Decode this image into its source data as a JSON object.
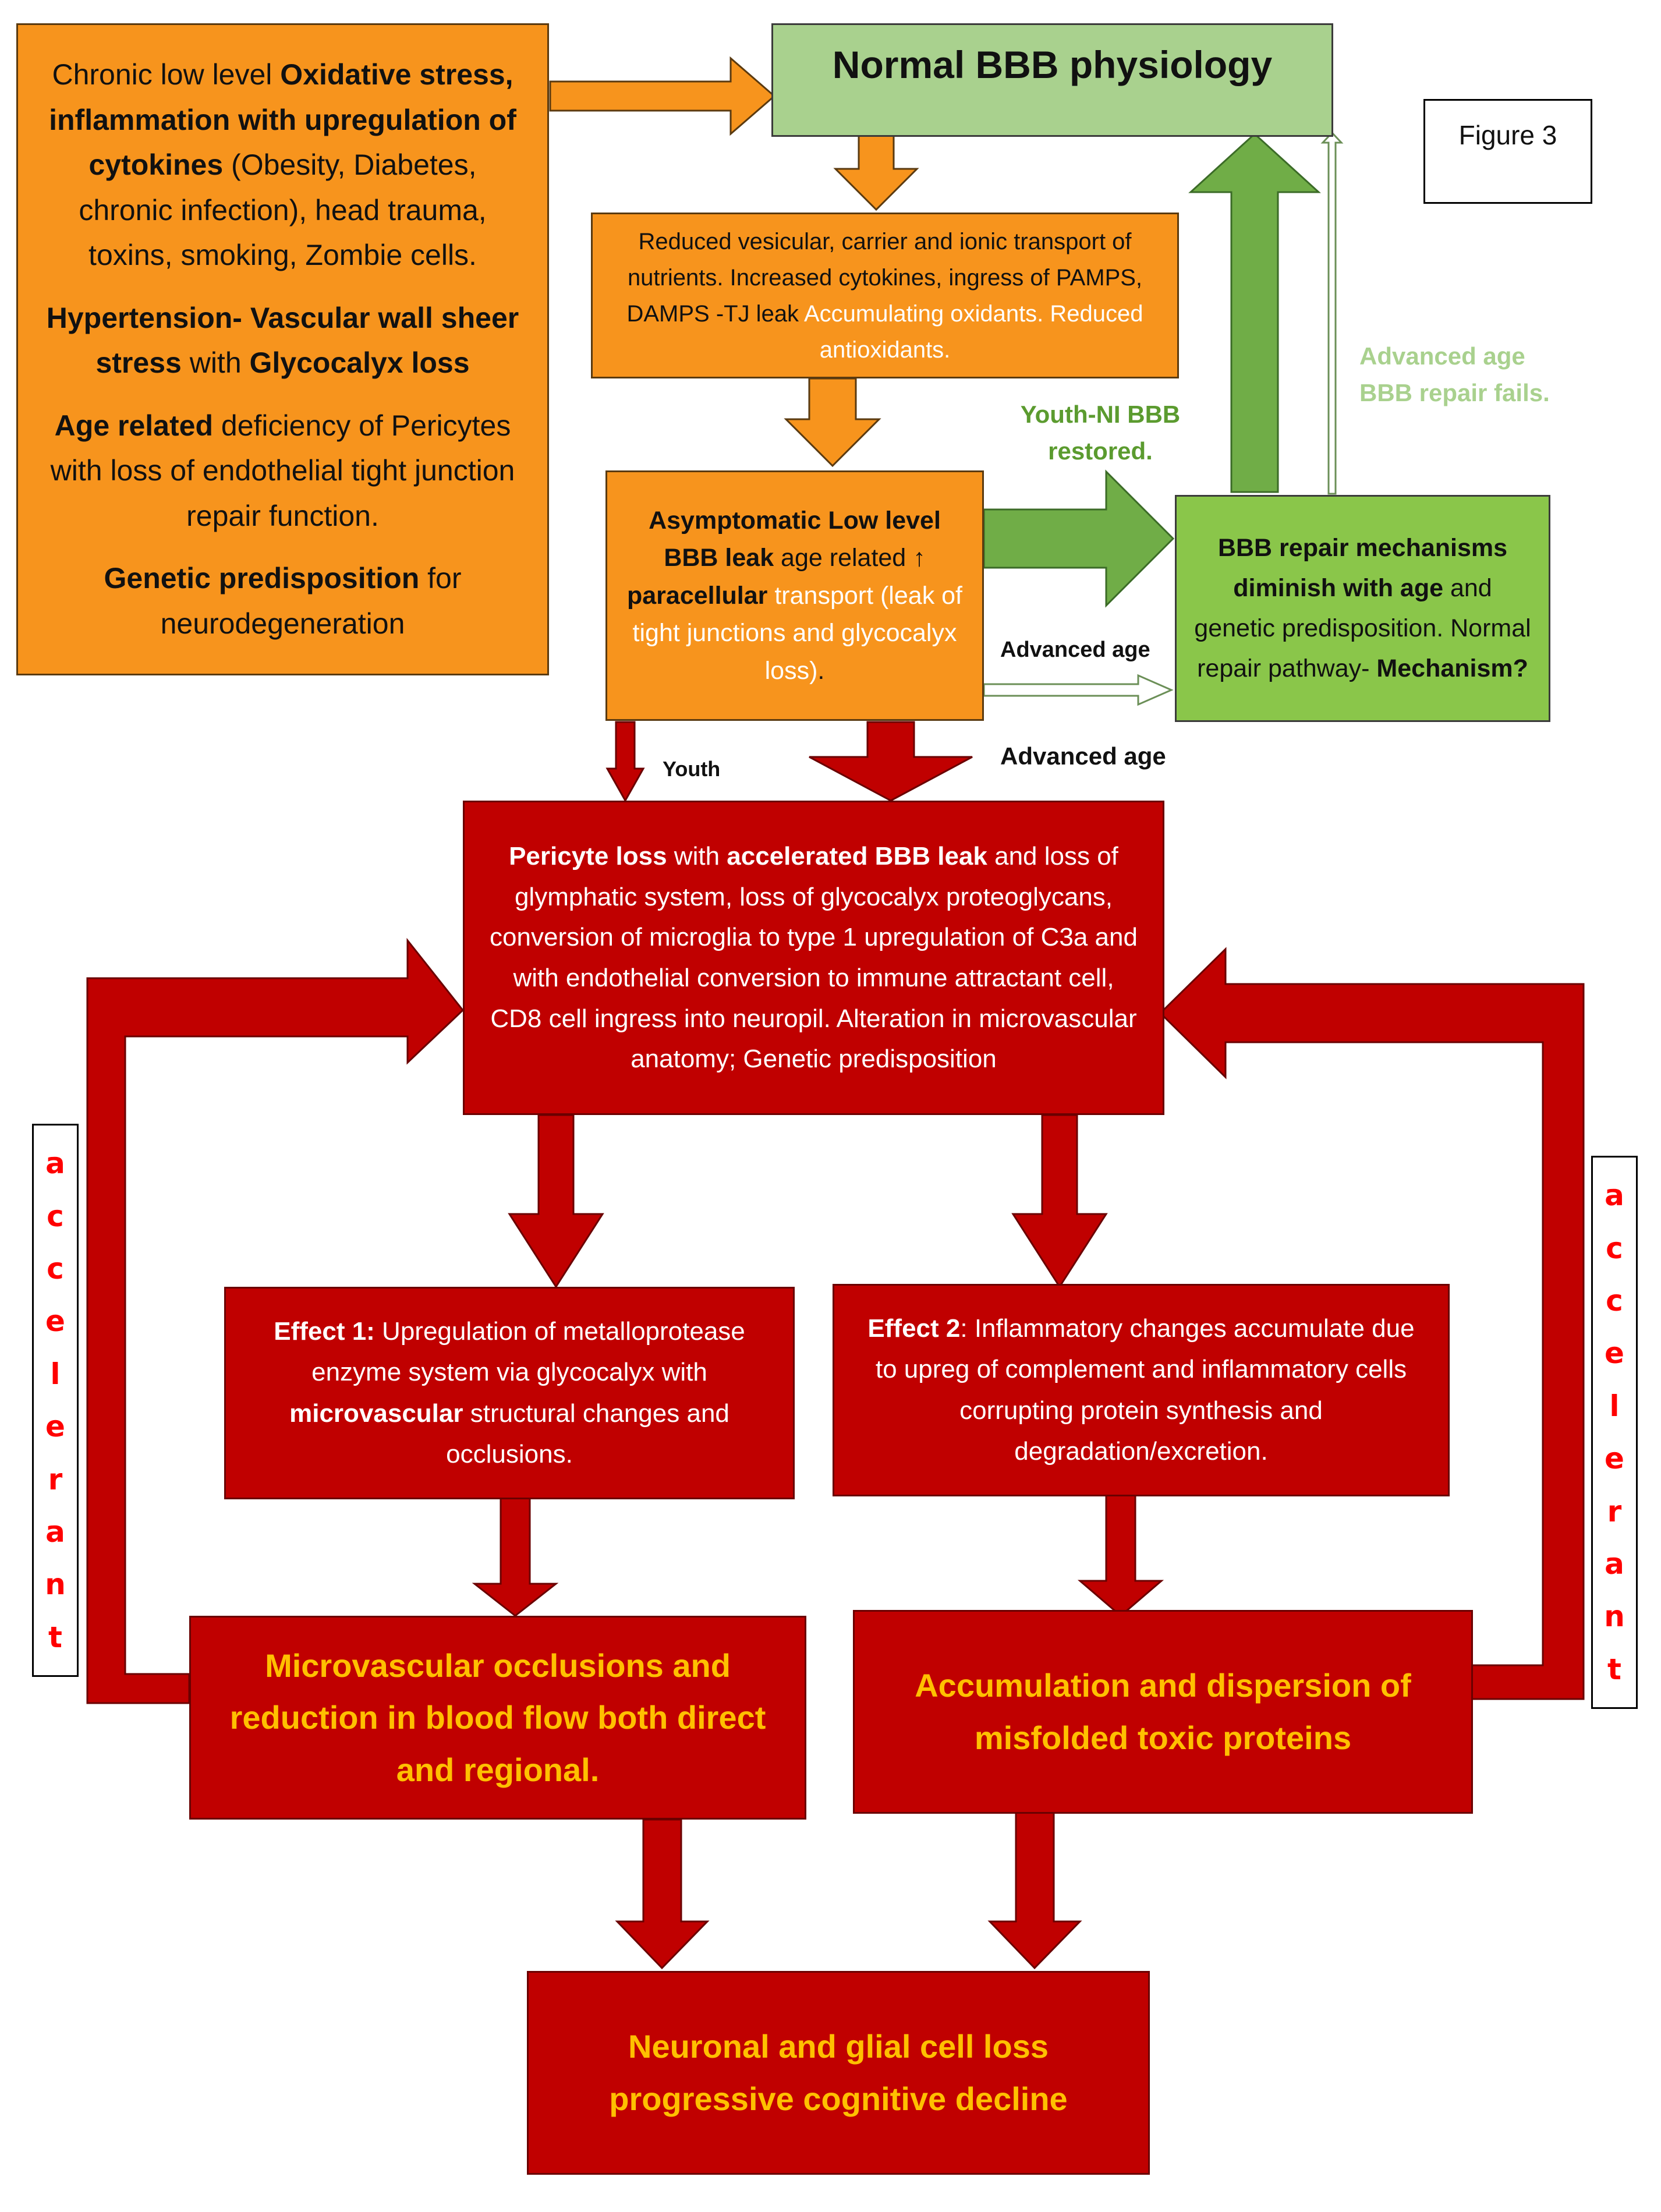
{
  "figure_label": "Figure 3",
  "boxes": {
    "causes": {
      "p1_a": "Chronic low level ",
      "p1_b": "Oxidative stress, inflammation with upregulation of cytokines",
      "p1_c": " (Obesity, Diabetes, chronic infection),  head trauma, toxins, smoking, Zombie cells.",
      "p2_a": "Hypertension- Vascular wall sheer stress",
      "p2_b": " with ",
      "p2_c": "Glycocalyx loss",
      "p3_a": "Age related",
      "p3_b": " deficiency of Pericytes with loss of endothelial tight junction repair function.",
      "p4_a": "Genetic predisposition",
      "p4_b": " for neurodegeneration"
    },
    "normal": "Normal BBB physiology",
    "reduced": {
      "a": "Reduced vesicular, carrier and ionic transport of nutrients. Increased cytokines, ingress of PAMPS, DAMPS -TJ leak ",
      "b": "Accumulating oxidants. Reduced antioxidants."
    },
    "asym": {
      "a": "Asymptomatic Low level BBB leak",
      "b": " age related ↑ ",
      "c": "paracellular",
      "d": " transport (leak of tight junctions and glycocalyx loss)",
      "e": "."
    },
    "repair": {
      "a": "BBB repair mechanisms diminish with age",
      "b": " and genetic predisposition. Normal repair pathway- ",
      "c": "Mechanism?"
    },
    "pericyte": {
      "a": "Pericyte loss",
      "b": " with ",
      "c": "accelerated BBB leak",
      "d": " and loss of glymphatic system, loss of glycocalyx proteoglycans, conversion of microglia to type 1 upregulation of C3a and with endothelial conversion to immune attractant cell, CD8 cell ingress into neuropil. Alteration in microvascular anatomy; Genetic predisposition"
    },
    "effect1": {
      "a": "Effect 1:",
      "b": " Upregulation of metalloprotease enzyme  system via glycocalyx with ",
      "c": "microvascular",
      "d": " structural changes and occlusions."
    },
    "effect2": {
      "a": "Effect 2",
      "b": ": Inflammatory changes accumulate due to upreg of complement and inflammatory cells corrupting protein synthesis and degradation/excretion."
    },
    "micro": "Microvascular occlusions and reduction in blood flow both direct and regional.",
    "misfold": "Accumulation and dispersion of misfolded toxic proteins",
    "neuron": "Neuronal and glial cell loss progressive cognitive decline"
  },
  "labels": {
    "youth_restored": "Youth-NI BBB restored.",
    "advanced_fails": "Advanced age BBB repair fails.",
    "advanced_age_1": "Advanced age",
    "advanced_age_2": "Advanced age",
    "youth": "Youth"
  },
  "accelerant_letters": [
    "a",
    "c",
    "c",
    "e",
    "l",
    "e",
    "r",
    "a",
    "n",
    "t"
  ],
  "colors": {
    "orange": "#f7941d",
    "dark_red": "#c00000",
    "light_green": "#a9d18e",
    "green": "#8ac64a",
    "arrow_green": "#70ad47",
    "gold_text": "#ffc000",
    "accelerant_text": "#ff0000"
  }
}
